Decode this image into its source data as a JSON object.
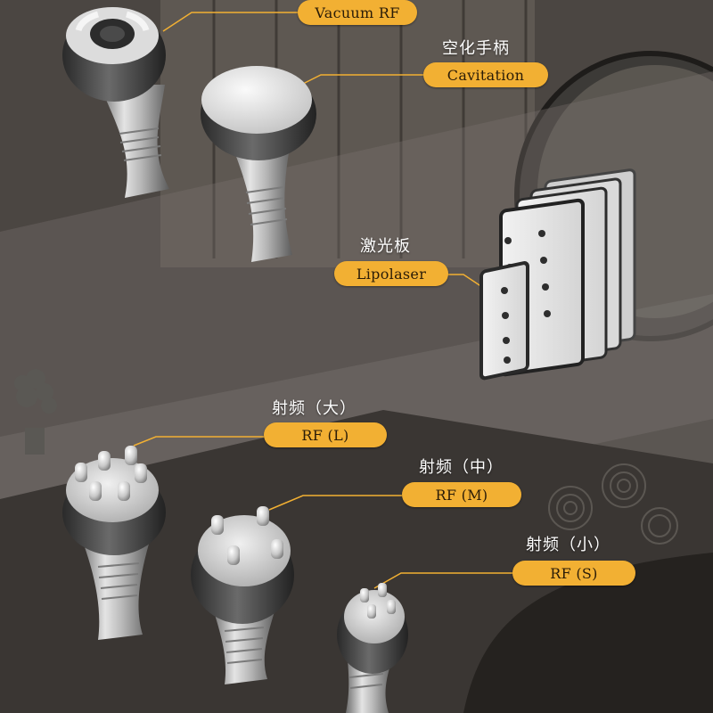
{
  "labels": {
    "vacuum_rf": {
      "en": "Vacuum RF"
    },
    "cavitation": {
      "cn": "空化手柄",
      "en": "Cavitation"
    },
    "lipolaser": {
      "cn": "激光板",
      "en": "Lipolaser"
    },
    "rf_large": {
      "cn": "射频（大）",
      "en": "RF (L)"
    },
    "rf_medium": {
      "cn": "射频（中）",
      "en": "RF (M)"
    },
    "rf_small": {
      "cn": "射频（小）",
      "en": "RF (S)"
    }
  },
  "colors": {
    "label_pill": "#f2b033",
    "label_text": "#2a1c08",
    "leader_line": "#f2b033"
  }
}
